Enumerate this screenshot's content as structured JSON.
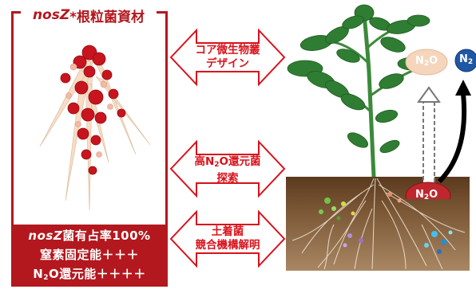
{
  "left_panel": {
    "title_species": "nosZ",
    "title_rest": "*根粒菌資材",
    "stats": {
      "line1_species": "nosZ",
      "line1_rest": "菌有占率100%",
      "line2": "窒素固定能＋＋＋",
      "line3_pre": "N",
      "line3_sub": "2",
      "line3_post": "O還元能＋＋＋＋"
    }
  },
  "arrows": {
    "top": {
      "line1": "コア微生物叢",
      "line2": "デザイン"
    },
    "middle": {
      "line1_pre": "高N",
      "line1_sub": "2",
      "line1_post": "O還元菌",
      "line2": "探索"
    },
    "bottom": {
      "line1": "土着菌",
      "line2": "競合機構解明"
    }
  },
  "right_panel": {
    "bubble_n2o_top": {
      "pre": "N",
      "sub": "2",
      "post": "O"
    },
    "bubble_n2": {
      "pre": "N",
      "sub": "2"
    },
    "bubble_n2o_root": {
      "pre": "N",
      "sub": "2",
      "post": "O"
    }
  },
  "colors": {
    "brand_red": "#b3181e",
    "arrow_red": "#d9111a",
    "nodule_red": "#c8141e",
    "root_beige": "#f6ddc4",
    "soil_brown": "#6f4a28",
    "leaf_green": "#2f7d32",
    "n2_blue": "#1f57a4",
    "n2o_red": "#c0262d"
  }
}
